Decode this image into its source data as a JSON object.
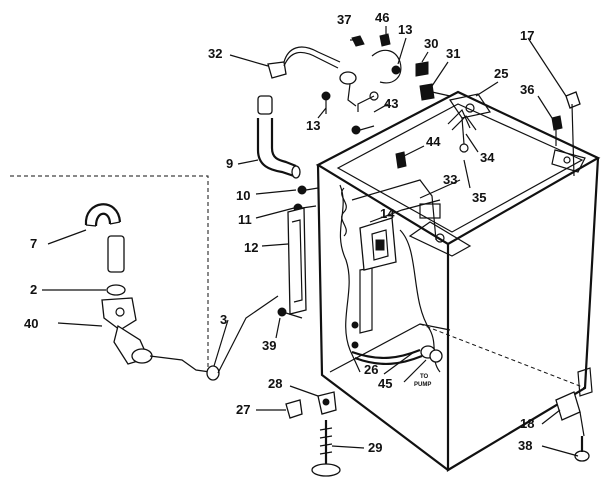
{
  "diagram": {
    "labels": {
      "p2": "2",
      "p3": "3",
      "p7": "7",
      "p9": "9",
      "p10": "10",
      "p11": "11",
      "p12": "12",
      "p13a": "13",
      "p13b": "13",
      "p14": "14",
      "p17": "17",
      "p18": "18",
      "p25": "25",
      "p26": "26",
      "p27": "27",
      "p28": "28",
      "p29": "29",
      "p30": "30",
      "p31": "31",
      "p32": "32",
      "p33": "33",
      "p34": "34",
      "p35": "35",
      "p36": "36",
      "p37": "37",
      "p38": "38",
      "p39": "39",
      "p40": "40",
      "p43": "43",
      "p44": "44",
      "p45": "45",
      "p46": "46"
    },
    "pump_note_line1": "TO",
    "pump_note_line2": "PUMP"
  }
}
